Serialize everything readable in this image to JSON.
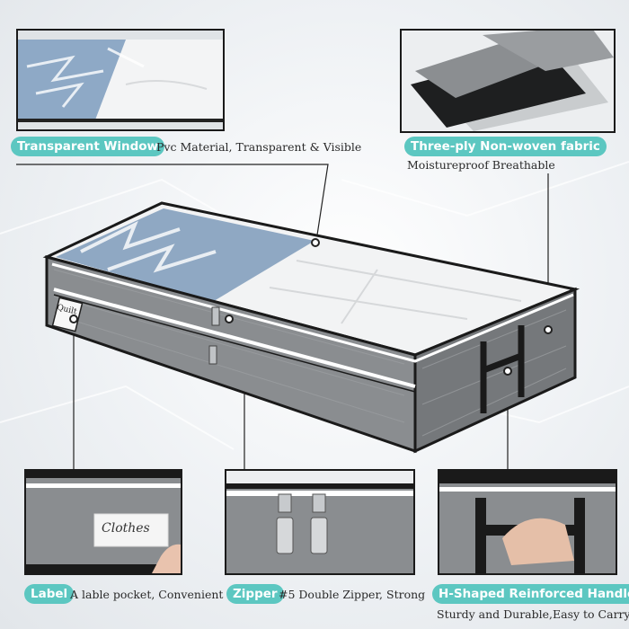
{
  "features": {
    "window": {
      "title": "Transparent Window",
      "desc": "Pvc Material, Transparent & Visible"
    },
    "fabric": {
      "title": "Three-ply Non-woven fabric",
      "desc": "Moistureproof Breathable"
    },
    "label": {
      "title": "Label",
      "desc": "A lable pocket, Convenient"
    },
    "zipper": {
      "title": "Zipper",
      "desc": "#5 Double Zipper, Strong"
    },
    "handle": {
      "title": "H-Shaped Reinforced Handle",
      "desc": "Sturdy and Durable,Easy to Carry"
    }
  },
  "bag_tag_text": "Quilt",
  "label_card_text": "Clothes",
  "colors": {
    "accent": "#5cc7c1",
    "bag_gray": "#8a8d90",
    "border": "#1a1a1a"
  }
}
